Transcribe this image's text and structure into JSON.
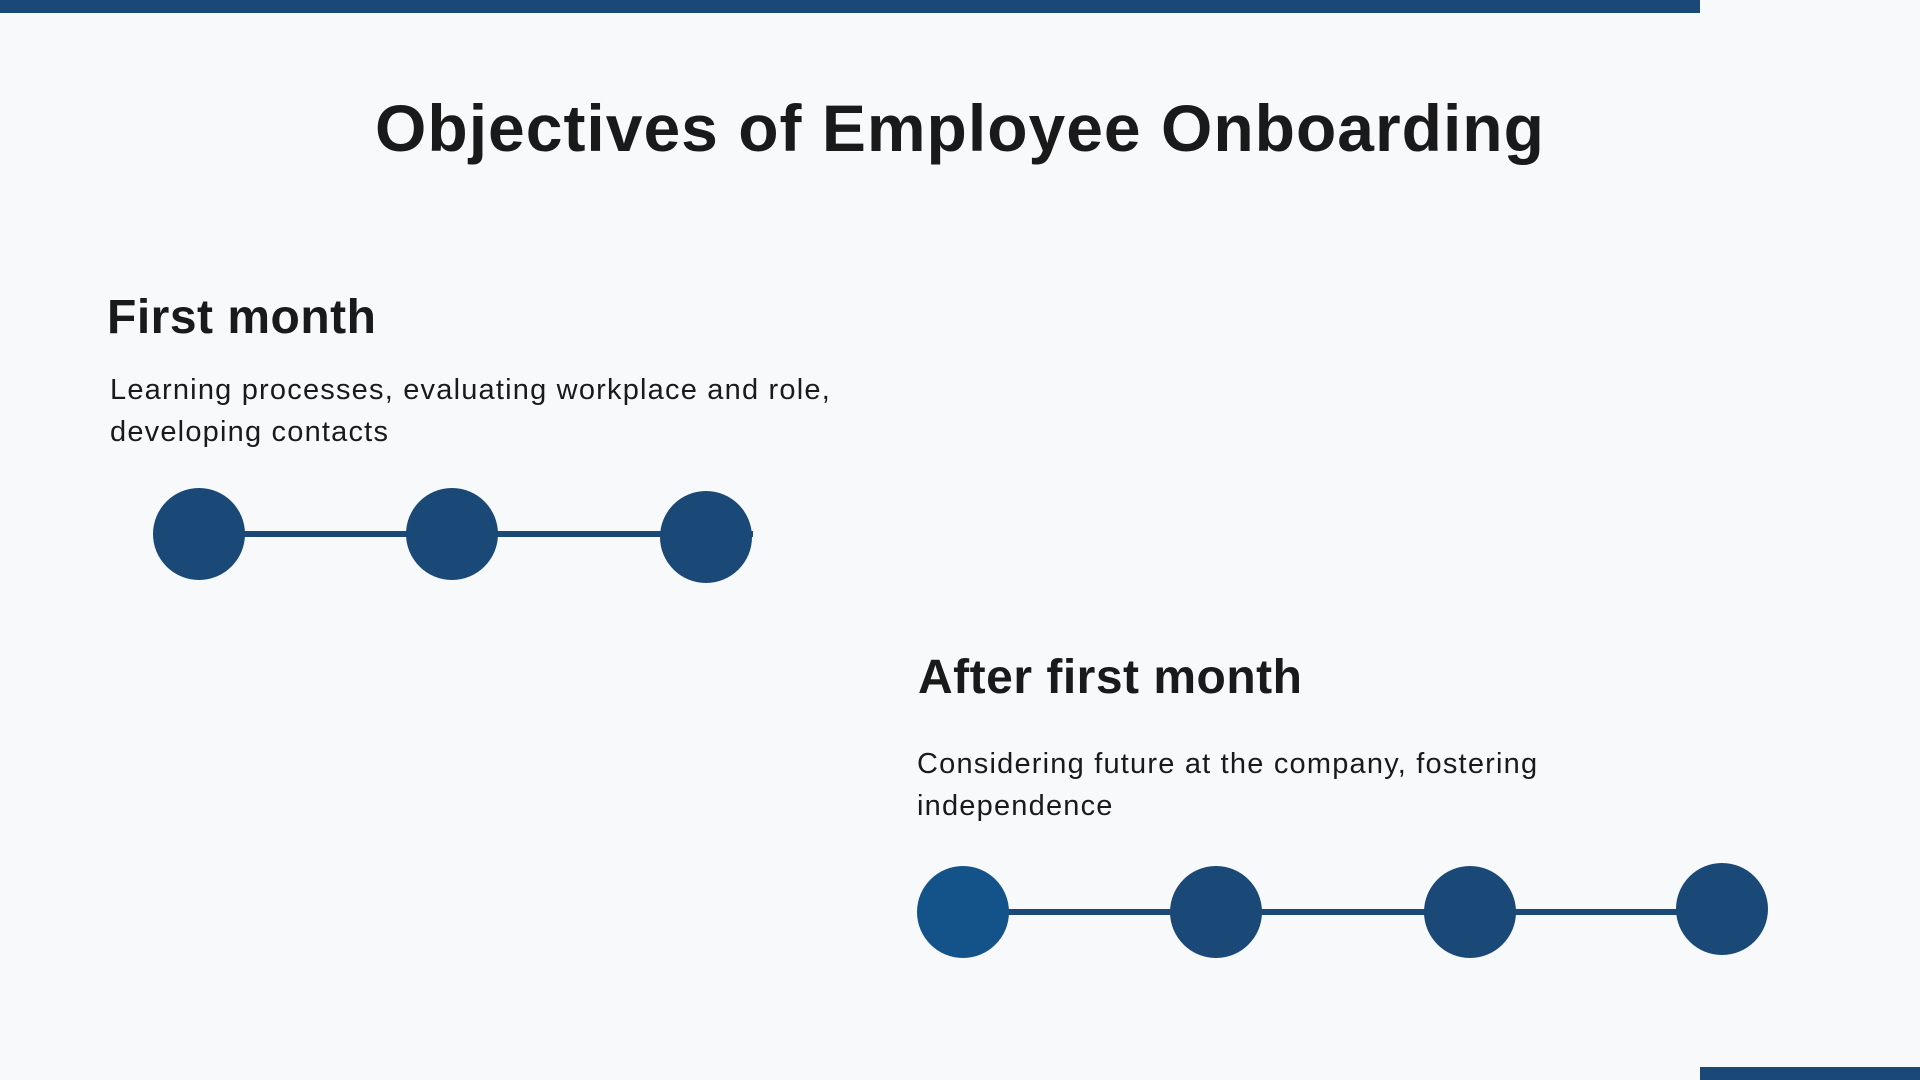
{
  "slide": {
    "title": "Objectives of Employee Onboarding",
    "colors": {
      "accent": "#1A4877",
      "accent_highlight": "#14538A",
      "background": "#F8F9FB",
      "text": "#1A1A1A"
    }
  },
  "sections": [
    {
      "heading": "First month",
      "body": "Learning processes, evaluating workplace and role, developing contacts",
      "timeline": {
        "steps": 3
      }
    },
    {
      "heading": "After first month",
      "body": "Considering future at the company, fostering independence",
      "timeline": {
        "steps": 4,
        "highlighted_step": 1
      }
    }
  ]
}
